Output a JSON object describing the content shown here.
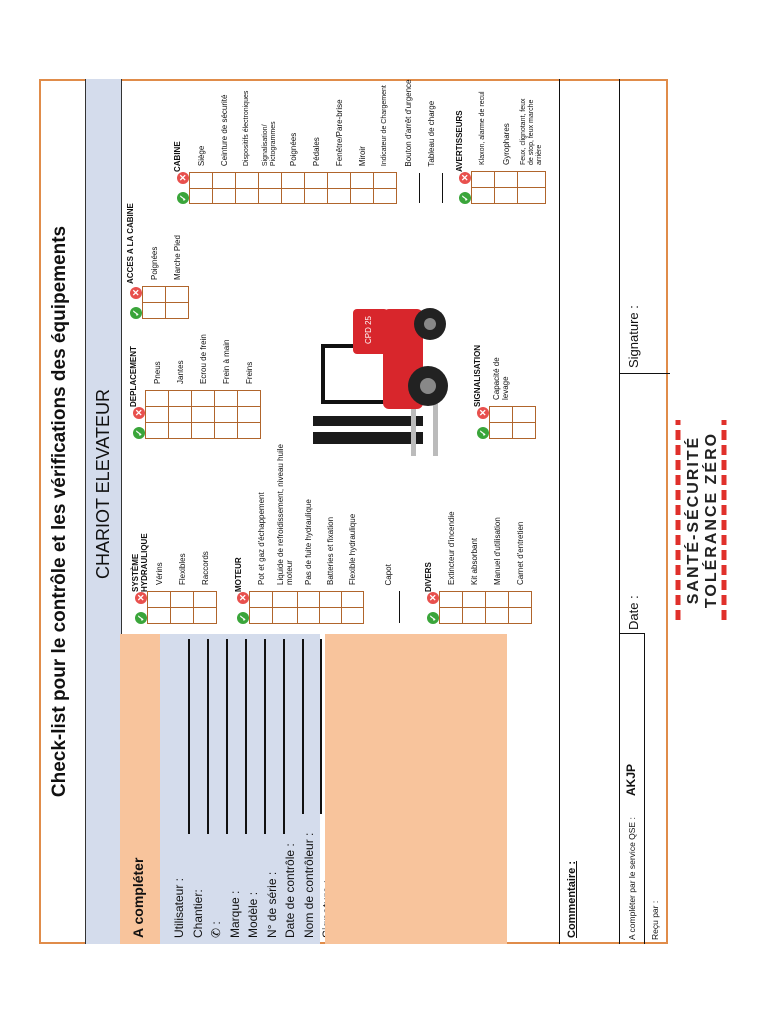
{
  "title": "Check-list pour le contrôle et les vérifications des équipements",
  "subtitle": "CHARIOT ELEVATEUR",
  "left": {
    "heading": "A compléter",
    "fields": [
      "Utilisateur :",
      "Chantier:",
      "✆ :",
      "Marque :",
      "Modèle :",
      "N° de série :",
      "Date de contrôle :",
      "Nom de contrôleur :",
      "Signature :"
    ]
  },
  "sections": {
    "hydraulique": {
      "title": "SYSTÈME HYDRAULIQUE",
      "items": [
        "Vérins",
        "Flexibles",
        "Raccords"
      ]
    },
    "moteur": {
      "title": "MOTEUR",
      "items": [
        "Pot et gaz d'échappement",
        "Liquide de refroidissement, niveau huile moteur",
        "Pas de fuite hydraulique",
        "Batteries et fixation",
        "Flexible hydraulique",
        "",
        "Capot"
      ]
    },
    "divers": {
      "title": "DIVERS",
      "items": [
        "Extincteur d'incendie",
        "Kit absorbant",
        "Manuel d'utilisation",
        "",
        "Carnet d'entretien"
      ]
    },
    "deplacement": {
      "title": "DEPLACEMENT",
      "items": [
        "Pneus",
        "Jantes",
        "",
        "Ecrou de frein",
        "Frein à main",
        "",
        "Freins"
      ]
    },
    "signalisation": {
      "title": "SIGNALISATION",
      "items": [
        "Capacité de levage"
      ]
    },
    "acces": {
      "title": "ACCES A LA CABINE",
      "items": [
        "Poignées",
        "Marche Pied"
      ]
    },
    "cabine": {
      "title": "CABINE",
      "items": [
        "Siège",
        "Ceinture de sécurité",
        "Dispositifs électroniques",
        "Signalisation/ Pictogrammes",
        "Poignées",
        "Pédales",
        "Fenêtre/Pare-brise",
        "Miroir",
        "Indicateur de Chargement",
        "Bouton d'arrêt d'urgence",
        "Tableau de charge"
      ]
    },
    "avertisseurs": {
      "title": "AVERTISSEURS",
      "items": [
        "Klaxon, alarme de recul",
        "Gyrophares",
        "Feux, clignotant, feux de stop, feux marche arrière"
      ]
    }
  },
  "icons": {
    "ok": "check-icon",
    "ko": "cross-icon"
  },
  "bottom": {
    "comment_label": "Commentaire :",
    "qse_label": "A compléter par le service QSE :",
    "qse_value": "AKJP",
    "date_label": "Date :",
    "signature_label": "Signature :",
    "recu_label": "Reçu par :"
  },
  "logo": {
    "line1": "SANTÉ-SÉCURITÉ",
    "line2": "TOLÉRANCE ZÉRO"
  },
  "colors": {
    "orange_border": "#e08c4a",
    "orange_fill": "#f8c49c",
    "blue_fill": "#d4dcec",
    "grid": "#b0652c"
  }
}
